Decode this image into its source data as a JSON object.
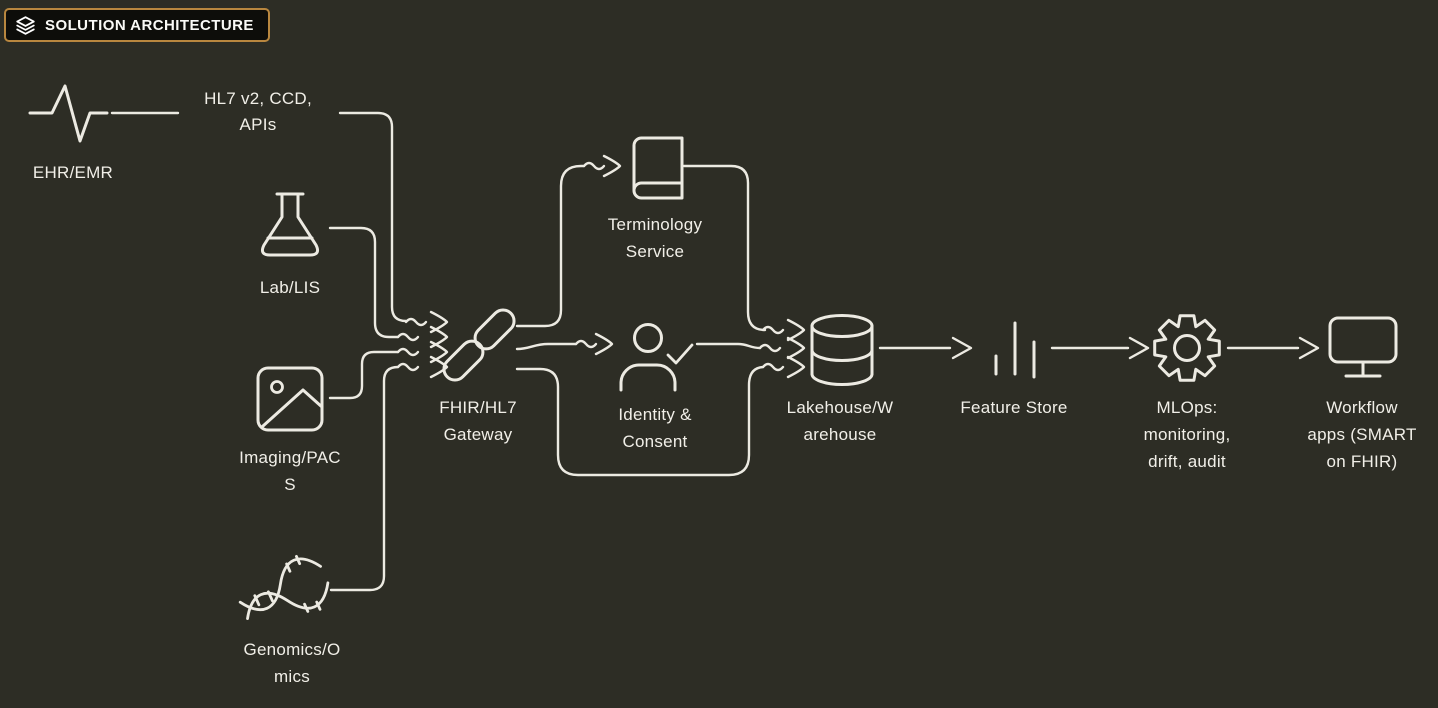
{
  "header": {
    "badge_label": "SOLUTION ARCHITECTURE",
    "badge_icon": "layers-icon"
  },
  "colors": {
    "background": "#2d2d25",
    "stroke": "#eceae2",
    "text": "#f1efe8",
    "badge_border": "#b9873f",
    "badge_background": "#0d0d0a",
    "badge_text": "#fafaf7"
  },
  "nodes": {
    "ehr": {
      "label": "EHR/EMR",
      "icon": "pulse-icon",
      "lines": [
        "EHR/EMR"
      ]
    },
    "lab": {
      "label": "Lab/LIS",
      "icon": "flask-icon",
      "lines": [
        "Lab/LIS"
      ]
    },
    "imaging": {
      "label": "Imaging/PACS",
      "icon": "image-icon",
      "lines": [
        "Imaging/PAC",
        "S"
      ]
    },
    "genomics": {
      "label": "Genomics/Omics",
      "icon": "dna-icon",
      "lines": [
        "Genomics/O",
        "mics"
      ]
    },
    "gateway": {
      "label": "FHIR/HL7 Gateway",
      "icon": "link-icon",
      "lines": [
        "FHIR/HL7",
        "Gateway"
      ]
    },
    "terminology": {
      "label": "Terminology Service",
      "icon": "book-icon",
      "lines": [
        "Terminology",
        "Service"
      ]
    },
    "identity": {
      "label": "Identity & Consent",
      "icon": "user-check-icon",
      "lines": [
        "Identity &",
        "Consent"
      ]
    },
    "lakehouse": {
      "label": "Lakehouse/Warehouse",
      "icon": "database-icon",
      "lines": [
        "Lakehouse/W",
        "arehouse"
      ]
    },
    "feature_store": {
      "label": "Feature Store",
      "icon": "bars-icon",
      "lines": [
        "Feature Store"
      ]
    },
    "mlops": {
      "label": "MLOps: monitoring, drift, audit",
      "icon": "gear-icon",
      "lines": [
        "MLOps:",
        "monitoring,",
        "drift, audit"
      ]
    },
    "workflow": {
      "label": "Workflow apps (SMART on FHIR)",
      "icon": "monitor-icon",
      "lines": [
        "Workflow",
        "apps (SMART",
        "on FHIR)"
      ]
    }
  },
  "connections": [
    {
      "from": "EHR/EMR",
      "to": "FHIR/HL7 Gateway",
      "label": "HL7 v2, CCD, APIs",
      "label_lines": [
        "HL7 v2, CCD,",
        "APIs"
      ]
    },
    {
      "from": "Lab/LIS",
      "to": "FHIR/HL7 Gateway"
    },
    {
      "from": "Imaging/PACS",
      "to": "FHIR/HL7 Gateway"
    },
    {
      "from": "Genomics/Omics",
      "to": "FHIR/HL7 Gateway"
    },
    {
      "from": "FHIR/HL7 Gateway",
      "to": "Terminology Service"
    },
    {
      "from": "FHIR/HL7 Gateway",
      "to": "Identity & Consent"
    },
    {
      "from": "FHIR/HL7 Gateway",
      "to": "Lakehouse/Warehouse"
    },
    {
      "from": "Terminology Service",
      "to": "Lakehouse/Warehouse"
    },
    {
      "from": "Identity & Consent",
      "to": "Lakehouse/Warehouse"
    },
    {
      "from": "Lakehouse/Warehouse",
      "to": "Feature Store"
    },
    {
      "from": "Feature Store",
      "to": "MLOps: monitoring, drift, audit"
    },
    {
      "from": "MLOps: monitoring, drift, audit",
      "to": "Workflow apps (SMART on FHIR)"
    }
  ]
}
